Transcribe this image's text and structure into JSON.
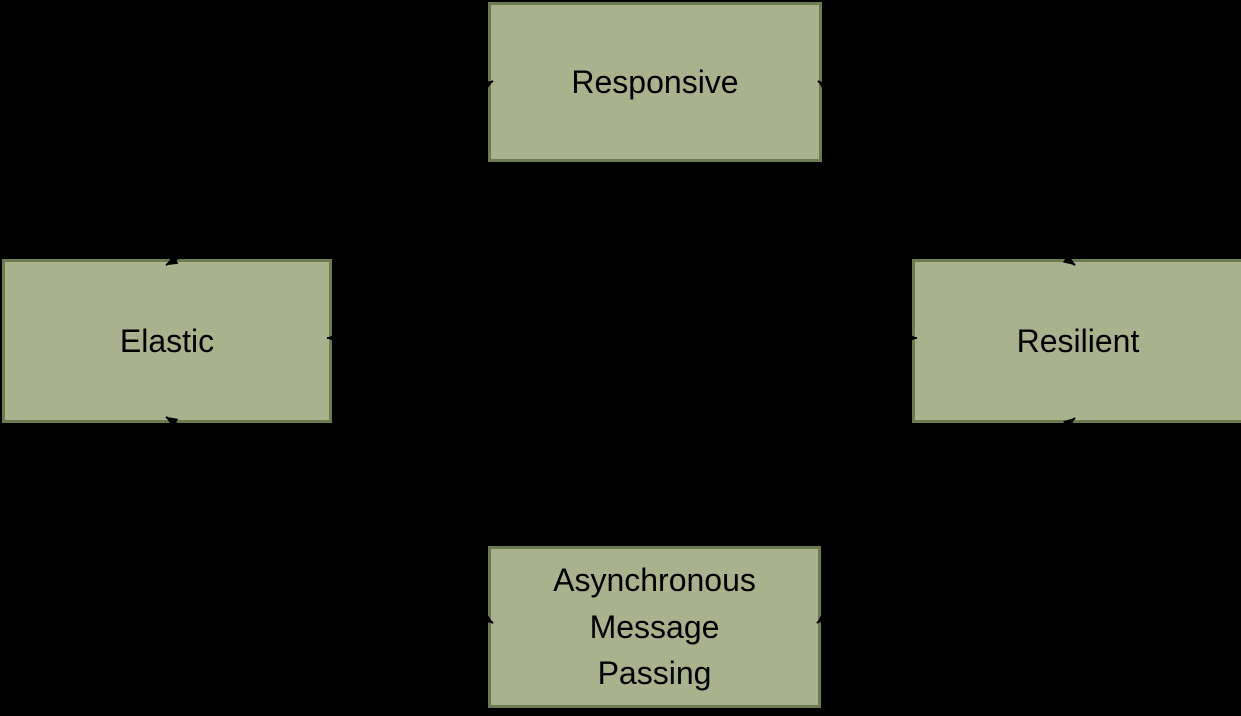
{
  "diagram": {
    "background_color": "#000000",
    "node_fill_color": "#a9b28c",
    "node_border_color": "#6c7c50",
    "text_color": "#000000",
    "arrow_color": "#000000",
    "nodes": {
      "responsive": {
        "label": "Responsive"
      },
      "elastic": {
        "label": "Elastic"
      },
      "resilient": {
        "label": "Resilient"
      },
      "message_passing": {
        "label": "Asynchronous\nMessage\nPassing"
      }
    },
    "edges": [
      {
        "from": "elastic-top",
        "to": "responsive-left",
        "style": "double-arrow"
      },
      {
        "from": "responsive-right",
        "to": "resilient-top",
        "style": "double-arrow"
      },
      {
        "from": "elastic-bottom",
        "to": "message_passing-left",
        "style": "double-arrow"
      },
      {
        "from": "message_passing-right",
        "to": "resilient-bottom",
        "style": "double-arrow"
      },
      {
        "from": "elastic-right",
        "to": "resilient-left",
        "style": "double-arrow"
      }
    ]
  }
}
